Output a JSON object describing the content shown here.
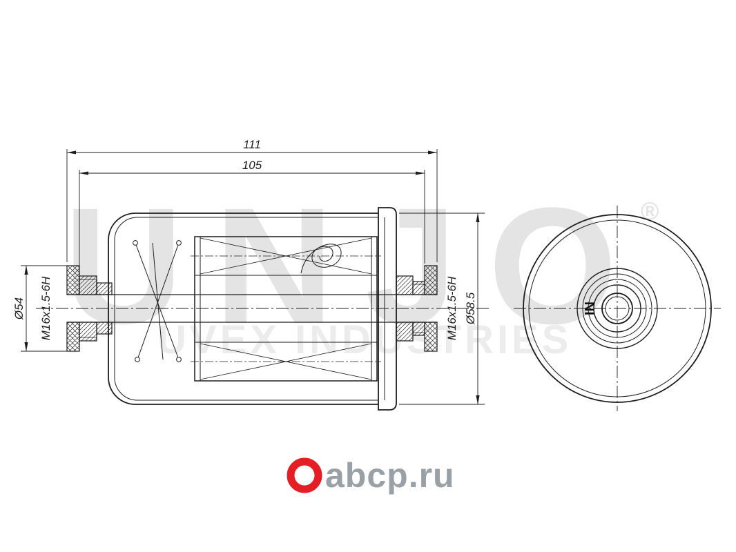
{
  "watermark": {
    "brand": "UNJO",
    "registered": "®",
    "subtitle": "UVEX INDUSTRIES"
  },
  "views": {
    "side": {
      "dim_overall": "111",
      "dim_body": "105",
      "dim_outer_dia": "Ø58.5",
      "dim_port_dia": "Ø54",
      "thread_left": "M16x1.5-6H",
      "thread_right": "M16x1.5-6H"
    },
    "end": {
      "inlet": "IN"
    }
  },
  "footer": {
    "brand": "abcp",
    "tld": ".ru"
  },
  "colors": {
    "line": "#1c1c1c",
    "watermark": "#e4e4e4",
    "watermark_sub": "#ececec",
    "logo_red": "#e31e24",
    "logo_text": "#9aa1a6"
  }
}
